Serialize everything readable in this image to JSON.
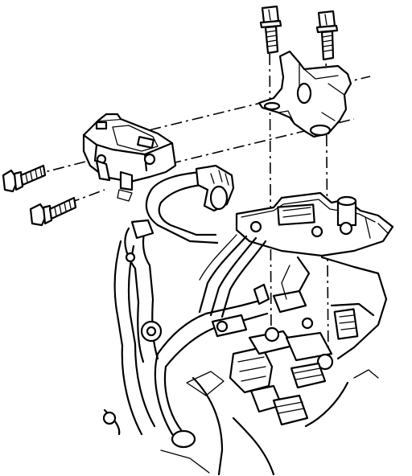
{
  "diagram": {
    "kind": "exploded-assembly-line-drawing",
    "parts": [
      {
        "id": "mounting-bolt-vertical-left",
        "icon": "bolt-icon"
      },
      {
        "id": "mounting-bolt-vertical-right",
        "icon": "bolt-icon"
      },
      {
        "id": "mounting-bracket",
        "icon": "bracket-icon"
      },
      {
        "id": "sensor-module",
        "icon": "sensor-icon"
      },
      {
        "id": "sensor-bolt-upper",
        "icon": "bolt-icon"
      },
      {
        "id": "sensor-bolt-lower",
        "icon": "bolt-icon"
      },
      {
        "id": "vacuum-hose",
        "icon": "hose-icon"
      },
      {
        "id": "engine-assembly",
        "icon": "engine-icon"
      }
    ],
    "colors": {
      "line": "#000000",
      "background": "#ffffff"
    }
  }
}
